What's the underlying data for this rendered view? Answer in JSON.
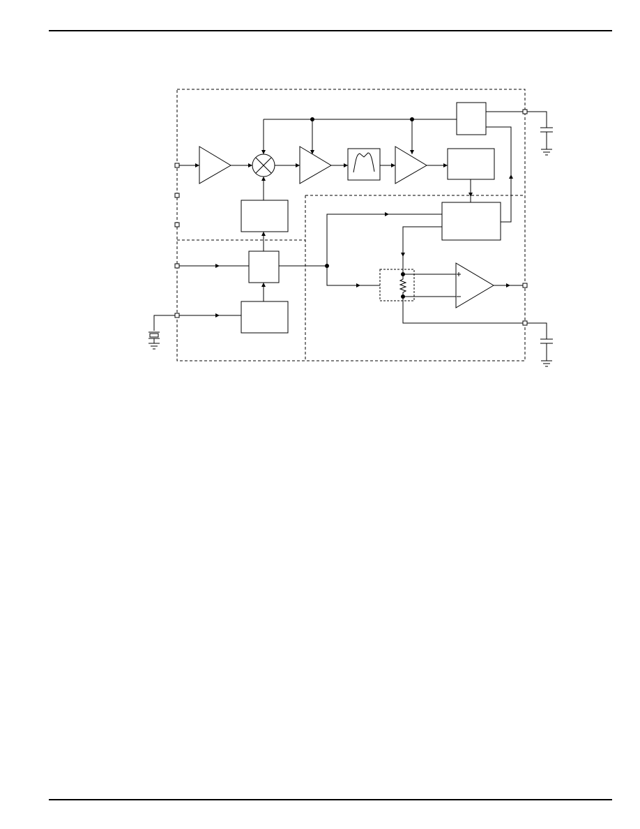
{
  "page": {
    "header_rule": true,
    "footer_rule": true
  },
  "diagram": {
    "kind": "block-diagram",
    "description_visible_text": [],
    "colors": {
      "line": "#000000",
      "background": "#ffffff"
    },
    "blocks": [
      {
        "id": "lna",
        "shape": "amplifier-triangle"
      },
      {
        "id": "mixer",
        "shape": "mixer-circle-x"
      },
      {
        "id": "if-amp-1",
        "shape": "amplifier-triangle"
      },
      {
        "id": "bandpass-filter",
        "shape": "filter-box"
      },
      {
        "id": "if-amp-2",
        "shape": "amplifier-triangle"
      },
      {
        "id": "detector-block",
        "shape": "box"
      },
      {
        "id": "top-right-block",
        "shape": "box"
      },
      {
        "id": "control-block",
        "shape": "box"
      },
      {
        "id": "lo-block",
        "shape": "box"
      },
      {
        "id": "pll-block",
        "shape": "box"
      },
      {
        "id": "crystal-osc-block",
        "shape": "box"
      },
      {
        "id": "resistor-network",
        "shape": "dashed-box-resistor"
      },
      {
        "id": "comparator",
        "shape": "opamp-triangle"
      }
    ],
    "pins": [
      "left-pin-1",
      "left-pin-2",
      "left-pin-3",
      "left-pin-4",
      "left-pin-5",
      "right-pin-top",
      "right-pin-mid",
      "right-pin-bottom"
    ],
    "external_components": [
      "top-capacitor",
      "bottom-capacitor",
      "crystal"
    ]
  }
}
